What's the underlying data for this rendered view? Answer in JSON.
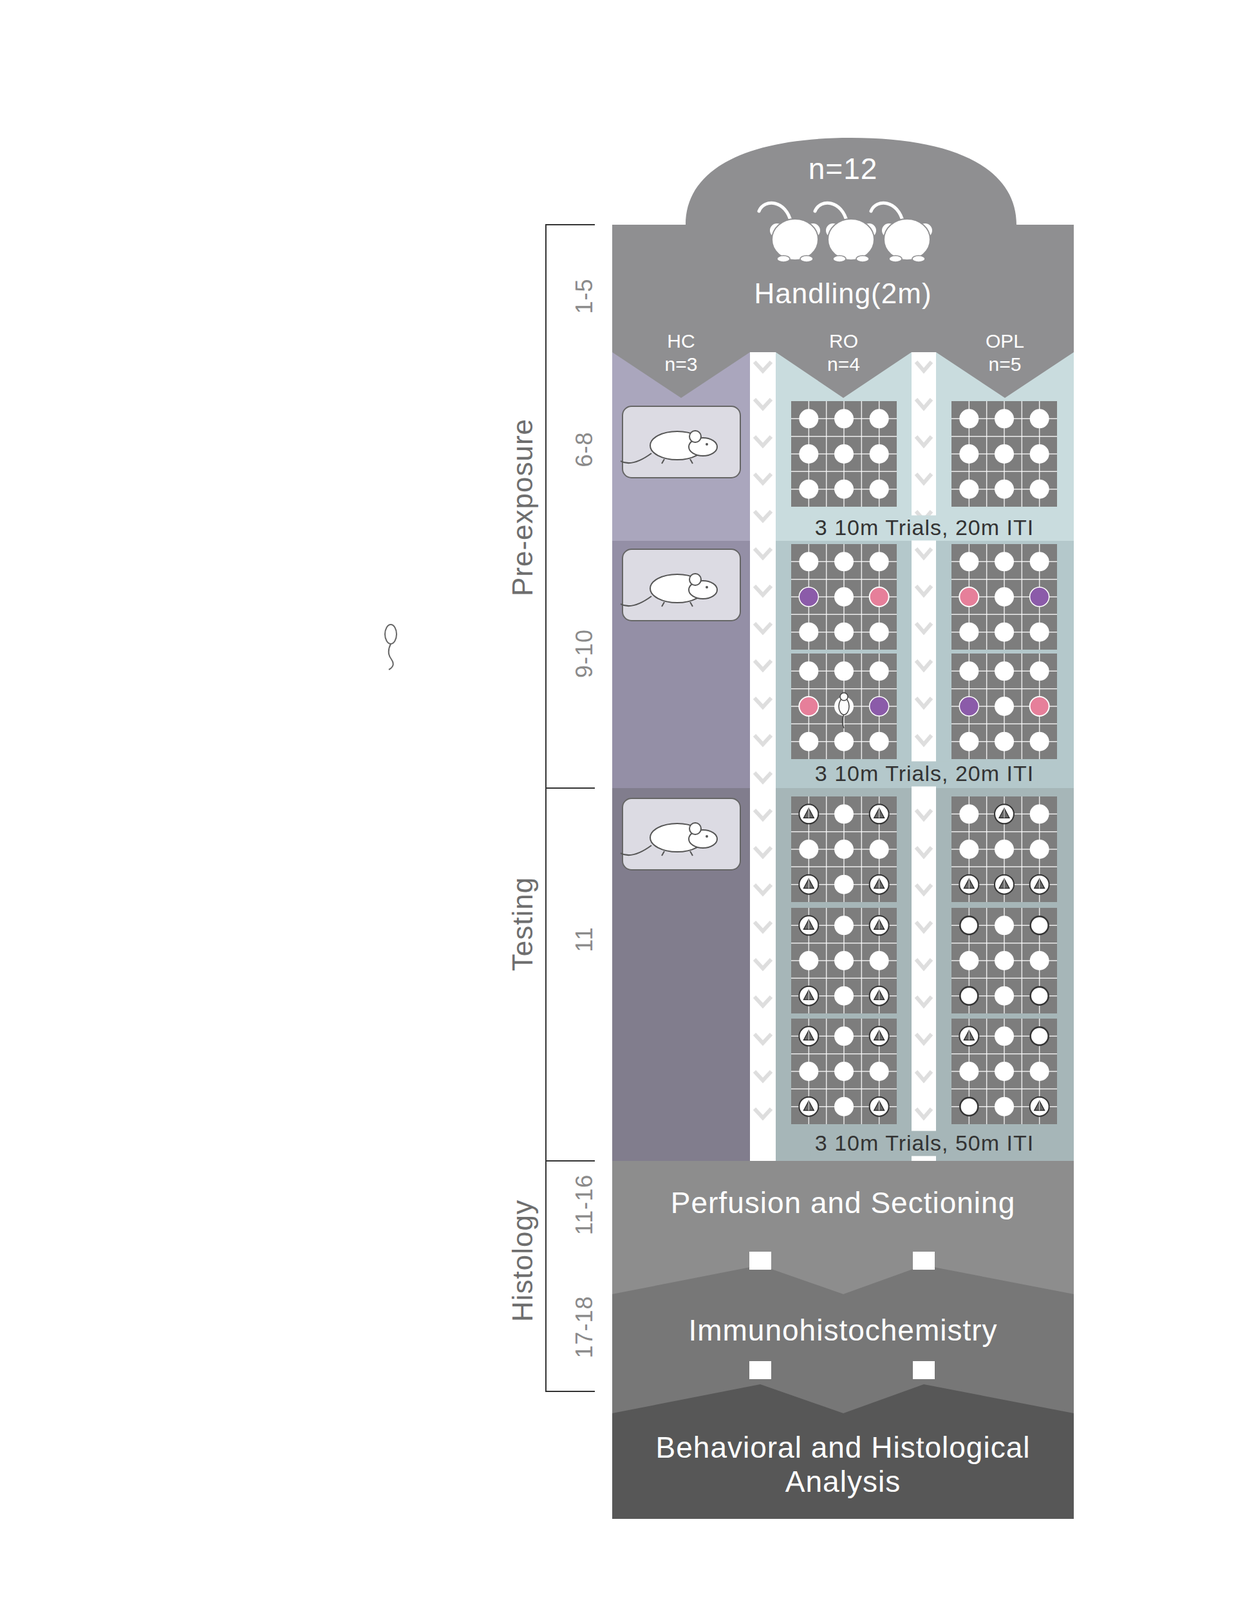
{
  "diagram": {
    "nodes": [
      {
        "text": [
          "n=12",
          "Handling(2m)"
        ]
      },
      {
        "text": [
          "HC n=3"
        ]
      },
      {
        "text": [
          "RO n=4"
        ]
      },
      {
        "text": [
          "OPL n=5"
        ]
      },
      {
        "text": [
          "Perfusion and Sectioning"
        ]
      },
      {
        "text": [
          "Immunohistochemistry"
        ]
      },
      {
        "text": [
          "Behavioral and Histological Analysis"
        ]
      }
    ],
    "labels": [
      "Pre-exposure",
      "Testing",
      "Histology",
      "1-5",
      "6-8",
      "9-10",
      "11",
      "11-16",
      "17-18",
      "3 10m Trials, 20m ITI",
      "3 10m Trials, 20m ITI",
      "3 10m Trials, 50m ITI"
    ]
  }
}
